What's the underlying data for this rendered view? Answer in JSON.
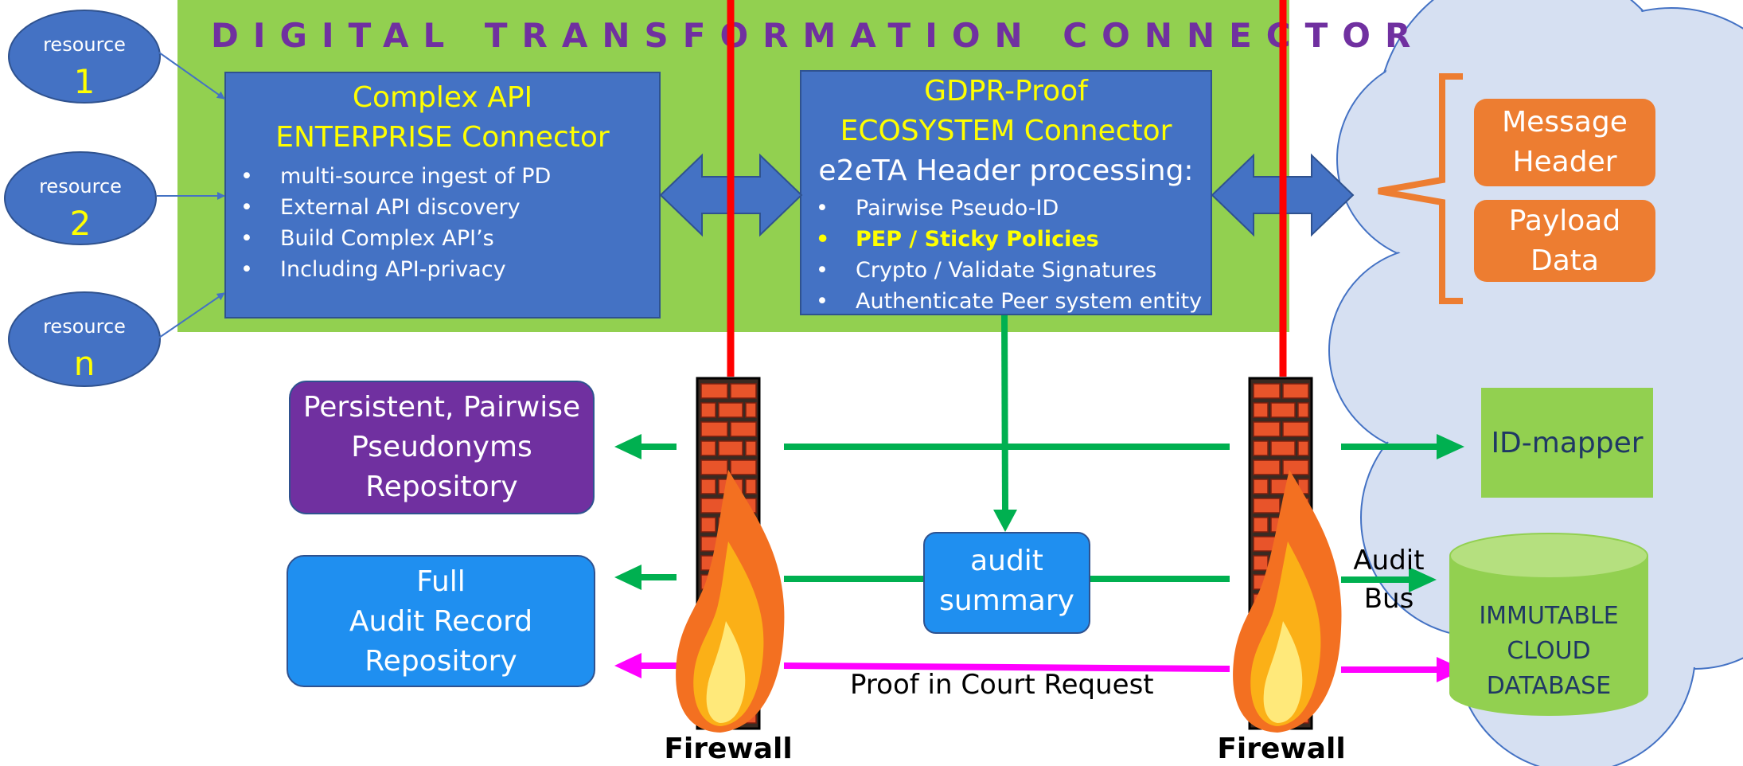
{
  "band": {
    "title": "DIGITAL TRANSFORMATION CONNECTOR"
  },
  "resources": [
    {
      "label": "resource",
      "number": "1"
    },
    {
      "label": "resource",
      "number": "2"
    },
    {
      "label": "resource",
      "number": "n"
    }
  ],
  "enterprise": {
    "title_line1": "Complex API",
    "title_line2": "ENTERPRISE Connector",
    "bullets": [
      "multi-source ingest of PD",
      "External API discovery",
      "Build Complex API’s",
      "Including API-privacy"
    ]
  },
  "ecosystem": {
    "title_line1": "GDPR-Proof",
    "title_line2": "ECOSYSTEM Connector",
    "subtitle": "e2eTA Header processing:",
    "bullets": [
      "Pairwise Pseudo-ID",
      "PEP / Sticky Policies",
      "Crypto / Validate  Signatures",
      "Authenticate Peer system entity"
    ]
  },
  "cloud": {
    "message_header_line1": "Message",
    "message_header_line2": "Header",
    "payload_line1": "Payload",
    "payload_line2": "Data",
    "id_mapper": "ID-mapper",
    "database_lines": [
      "IMMUTABLE",
      "CLOUD",
      "DATABASE"
    ]
  },
  "repositories": {
    "pseudonyms_lines": [
      "Persistent, Pairwise",
      "Pseudonyms",
      "Repository"
    ],
    "audit_lines": [
      "Full",
      "Audit Record",
      "Repository"
    ]
  },
  "audit_summary_lines": [
    "audit",
    "summary"
  ],
  "audit_bus_lines": [
    "Audit",
    "Bus"
  ],
  "proof_request": "Proof in Court Request",
  "firewalls": [
    "Firewall",
    "Firewall"
  ],
  "colors": {
    "band": "#92d050",
    "title": "#7030a0",
    "box_blue": "#4472c4",
    "highlight_yellow": "#ffff00",
    "flow_green": "#00b050",
    "proof_magenta": "#ff00ff",
    "red_line": "#ff0000",
    "cloud": "#d6e0f2",
    "orange": "#ed7d31"
  }
}
